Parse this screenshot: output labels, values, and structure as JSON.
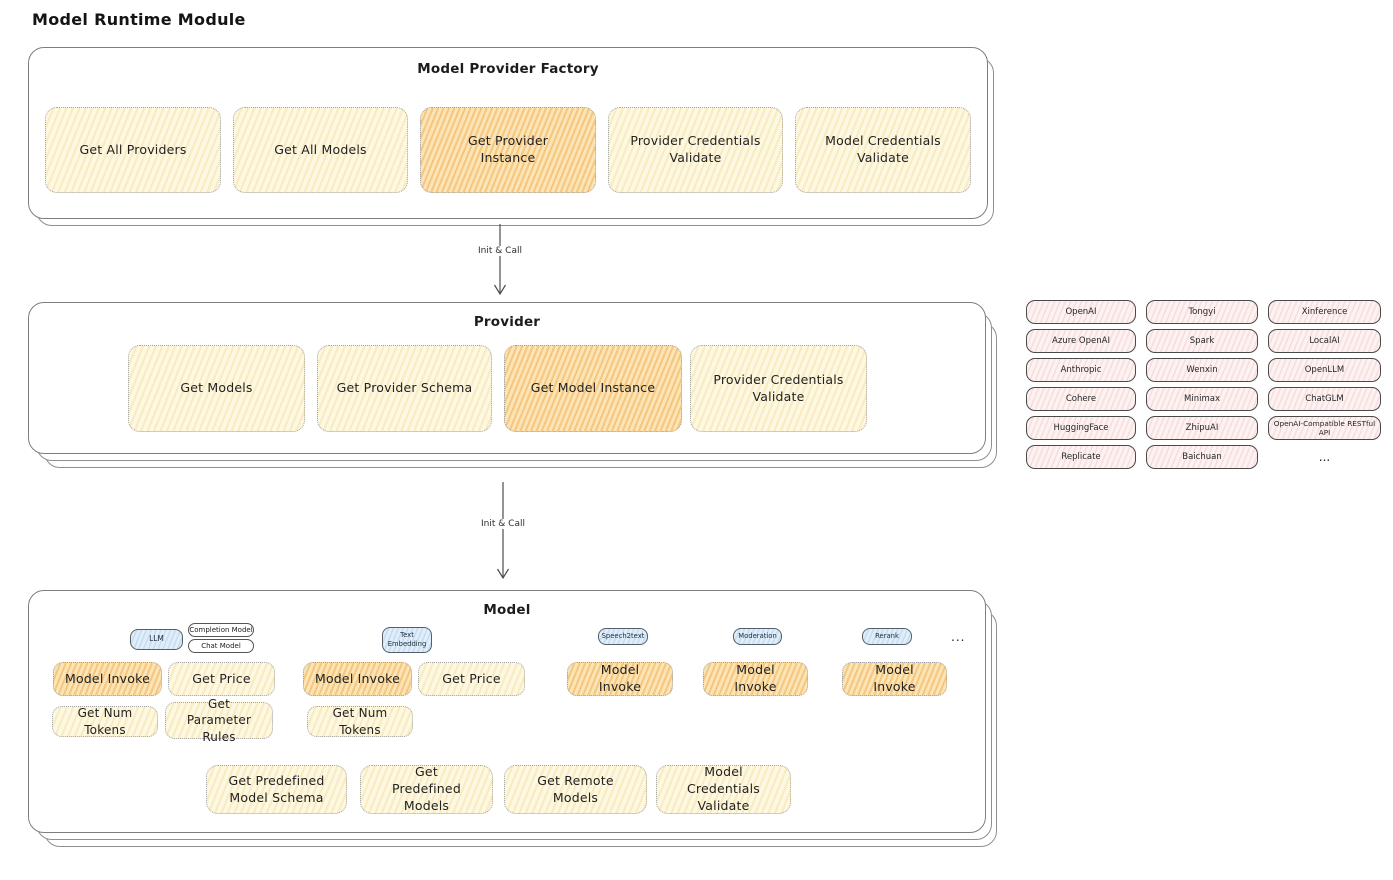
{
  "page_title": "Model Runtime Module",
  "arrows": {
    "init_call_1": "Init & Call",
    "init_call_2": "Init & Call"
  },
  "factory": {
    "title": "Model Provider Factory",
    "buttons": [
      {
        "label": "Get All Providers"
      },
      {
        "label": "Get All Models"
      },
      {
        "label": "Get Provider Instance"
      },
      {
        "label": "Provider Credentials Validate"
      },
      {
        "label": "Model Credentials Validate"
      }
    ]
  },
  "provider": {
    "title": "Provider",
    "buttons": [
      {
        "label": "Get Models"
      },
      {
        "label": "Get Provider Schema"
      },
      {
        "label": "Get Model Instance"
      },
      {
        "label": "Provider Credentials Validate"
      }
    ]
  },
  "providers_grid": {
    "items": [
      "OpenAI",
      "Tongyi",
      "Xinference",
      "Azure OpenAI",
      "Spark",
      "LocalAI",
      "Anthropic",
      "Wenxin",
      "OpenLLM",
      "Cohere",
      "Minimax",
      "ChatGLM",
      "HuggingFace",
      "ZhipuAI",
      "OpenAI-Compatible RESTful API",
      "Replicate",
      "Baichuan"
    ],
    "more": "..."
  },
  "model": {
    "title": "Model",
    "type_tags": {
      "llm": "LLM",
      "completion_model": "Completion Model",
      "chat_model": "Chat Model",
      "text_embedding": "Text Embedding",
      "speech2text": "Speech2text",
      "moderation": "Moderation",
      "rerank": "Rerank",
      "more": "..."
    },
    "actions": {
      "model_invoke": "Model Invoke",
      "get_price": "Get Price",
      "get_num_tokens": "Get Num Tokens",
      "get_parameter_rules": "Get Parameter Rules"
    },
    "bottom_buttons": [
      {
        "label": "Get Predefined Model Schema"
      },
      {
        "label": "Get Predefined Models"
      },
      {
        "label": "Get Remote Models"
      },
      {
        "label": "Model Credentials Validate"
      }
    ]
  },
  "colors": {
    "highlight_fill": "#f6cd8b",
    "soft_fill": "#fdf7e0",
    "provider_chip_fill": "#fdf1f1",
    "type_tag_fill": "#dcebf9"
  }
}
